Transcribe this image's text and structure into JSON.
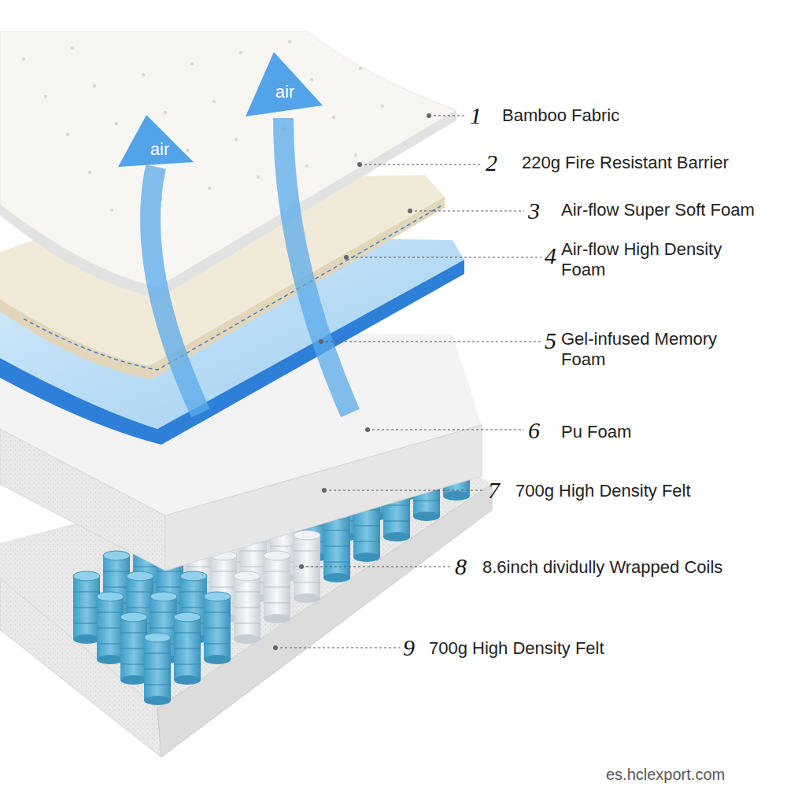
{
  "diagram": {
    "labels": [
      "air",
      "air",
      "1",
      "Bamboo Fabric",
      "2",
      "220g Fire Resistant Barrier",
      "3",
      "Air-flow Super Soft Foam",
      "4",
      "Air-flow High Density Foam",
      "5",
      "Gel-infused Memory Foam",
      "6",
      "Pu Foam",
      "7",
      "700g High Density Felt",
      "8",
      "8.6inch dividully Wrapped Coils",
      "9",
      "700g High Density Felt",
      "es.hclexport.com"
    ]
  }
}
